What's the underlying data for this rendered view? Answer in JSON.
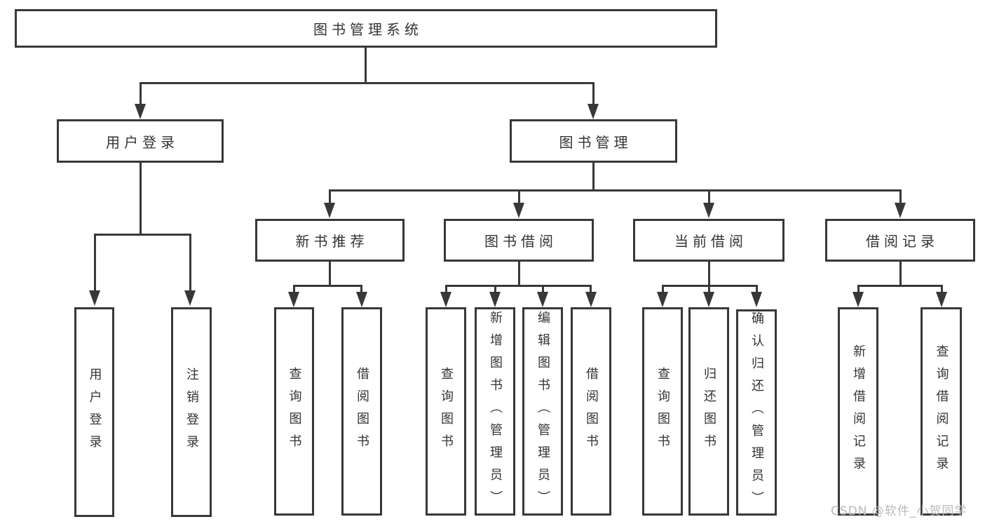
{
  "colors": {
    "line": "#383838",
    "text": "#333333",
    "watermark": "#b9b9b9",
    "background": "#ffffff"
  },
  "root": {
    "label": "图书管理系统"
  },
  "branches": {
    "user": {
      "label": "用户登录",
      "children": [
        {
          "label": "用户登录"
        },
        {
          "label": "注销登录"
        }
      ]
    },
    "mgmt": {
      "label": "图书管理",
      "sections": [
        {
          "label": "新书推荐",
          "children": [
            {
              "label": "查询图书"
            },
            {
              "label": "借阅图书"
            }
          ]
        },
        {
          "label": "图书借阅",
          "children": [
            {
              "label": "查询图书"
            },
            {
              "label": "新增图书（管理员）"
            },
            {
              "label": "编辑图书（管理员）"
            },
            {
              "label": "借阅图书"
            }
          ]
        },
        {
          "label": "当前借阅",
          "children": [
            {
              "label": "查询图书"
            },
            {
              "label": "归还图书"
            },
            {
              "label": "确认归还（管理员）"
            }
          ]
        },
        {
          "label": "借阅记录",
          "children": [
            {
              "label": "新增借阅记录"
            },
            {
              "label": "查询借阅记录"
            }
          ]
        }
      ]
    }
  },
  "watermark": "CSDN @软件_小贺同学"
}
